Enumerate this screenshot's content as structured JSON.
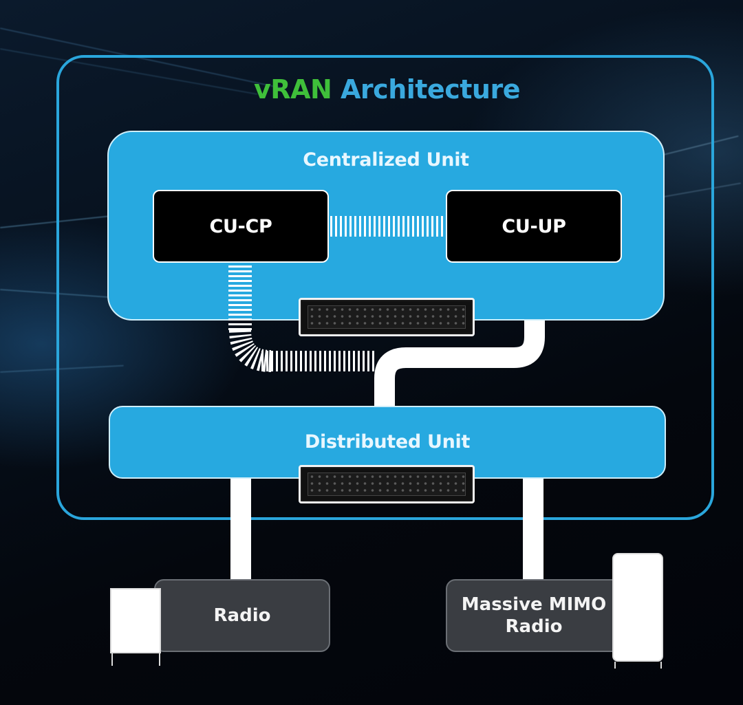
{
  "diagram": {
    "title_part1": "vRAN",
    "title_part2": "Architecture",
    "centralized_unit_label": "Centralized Unit",
    "cu_cp_label": "CU-CP",
    "cu_up_label": "CU-UP",
    "distributed_unit_label": "Distributed Unit",
    "radio_label": "Radio",
    "mimo_line1": "Massive MIMO",
    "mimo_line2": "Radio"
  },
  "colors": {
    "title_vran": "#3fbf3a",
    "title_architecture": "#3aa9de",
    "panel_blue": "#27a9e0",
    "frame_blue": "#2aa6dc",
    "unit_black": "#000000",
    "radio_gray": "#3a3d42"
  }
}
